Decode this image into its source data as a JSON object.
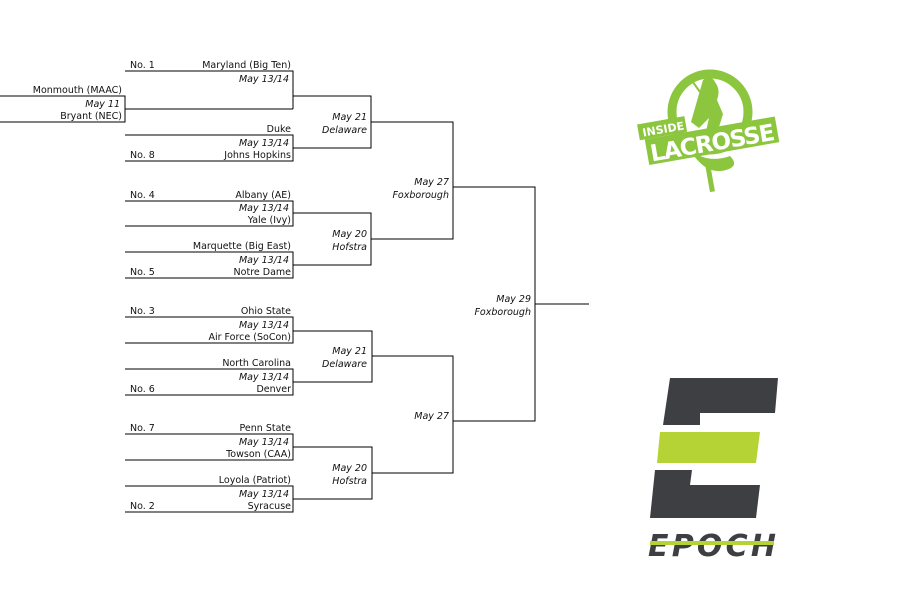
{
  "play_in": {
    "team_a": "Monmouth (MAAC)",
    "date": "May 11",
    "team_b": "Bryant (NEC)"
  },
  "first_round": [
    {
      "seed": "No. 1",
      "top": "Maryland (Big Ten)",
      "date": "May 13/14",
      "bottom": ""
    },
    {
      "seed": "No. 8",
      "top": "Duke",
      "date": "May 13/14",
      "bottom": "Johns Hopkins"
    },
    {
      "seed": "No. 4",
      "top": "Albany (AE)",
      "date": "May 13/14",
      "bottom": "Yale (Ivy)"
    },
    {
      "seed": "No. 5",
      "top": "Marquette (Big East)",
      "date": "May 13/14",
      "bottom": "Notre Dame"
    },
    {
      "seed": "No. 3",
      "top": "Ohio State",
      "date": "May 13/14",
      "bottom": "Air Force (SoCon)"
    },
    {
      "seed": "No. 6",
      "top": "North Carolina",
      "date": "May 13/14",
      "bottom": "Denver"
    },
    {
      "seed": "No. 7",
      "top": "Penn State",
      "date": "May 13/14",
      "bottom": "Towson (CAA)"
    },
    {
      "seed": "No. 2",
      "top": "Loyola (Patriot)",
      "date": "May 13/14",
      "bottom": "Syracuse"
    }
  ],
  "quarterfinals": [
    {
      "date": "May 21",
      "site": "Delaware"
    },
    {
      "date": "May 20",
      "site": "Hofstra"
    },
    {
      "date": "May 21",
      "site": "Delaware"
    },
    {
      "date": "May 20",
      "site": "Hofstra"
    }
  ],
  "semifinals": [
    {
      "date": "May 27",
      "site": "Foxborough"
    },
    {
      "date": "May 27"
    }
  ],
  "final": {
    "date": "May 29",
    "site": "Foxborough"
  },
  "logos": {
    "inside_lacrosse": [
      "INSIDE",
      "LACROSSE"
    ],
    "epoch": "EPOCH"
  },
  "colors": {
    "lime": "#8cc63f",
    "epoch_green": "#b5d334",
    "epoch_dark": "#3d3f42"
  }
}
